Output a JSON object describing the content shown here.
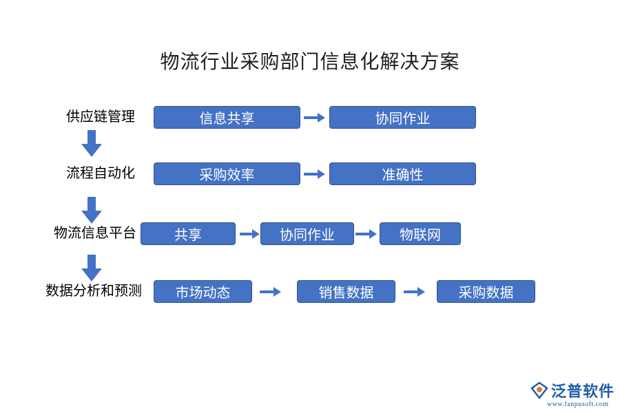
{
  "title": "物流行业采购部门信息化解决方案",
  "rows": [
    {
      "label": "供应链管理",
      "boxes": [
        "信息共享",
        "协同作业"
      ]
    },
    {
      "label": "流程自动化",
      "boxes": [
        "采购效率",
        "准确性"
      ]
    },
    {
      "label": "物流信息平台",
      "boxes": [
        "共享",
        "协同作业",
        "物联网"
      ]
    },
    {
      "label": "数据分析和预测",
      "boxes": [
        "市场动态",
        "销售数据",
        "采购数据"
      ]
    }
  ],
  "logo": {
    "name": "泛普软件",
    "url": "www.fanpusoft.com"
  },
  "colors": {
    "box_fill": "#4472c4",
    "box_border": "#2f528f",
    "arrow": "#4472c4"
  }
}
